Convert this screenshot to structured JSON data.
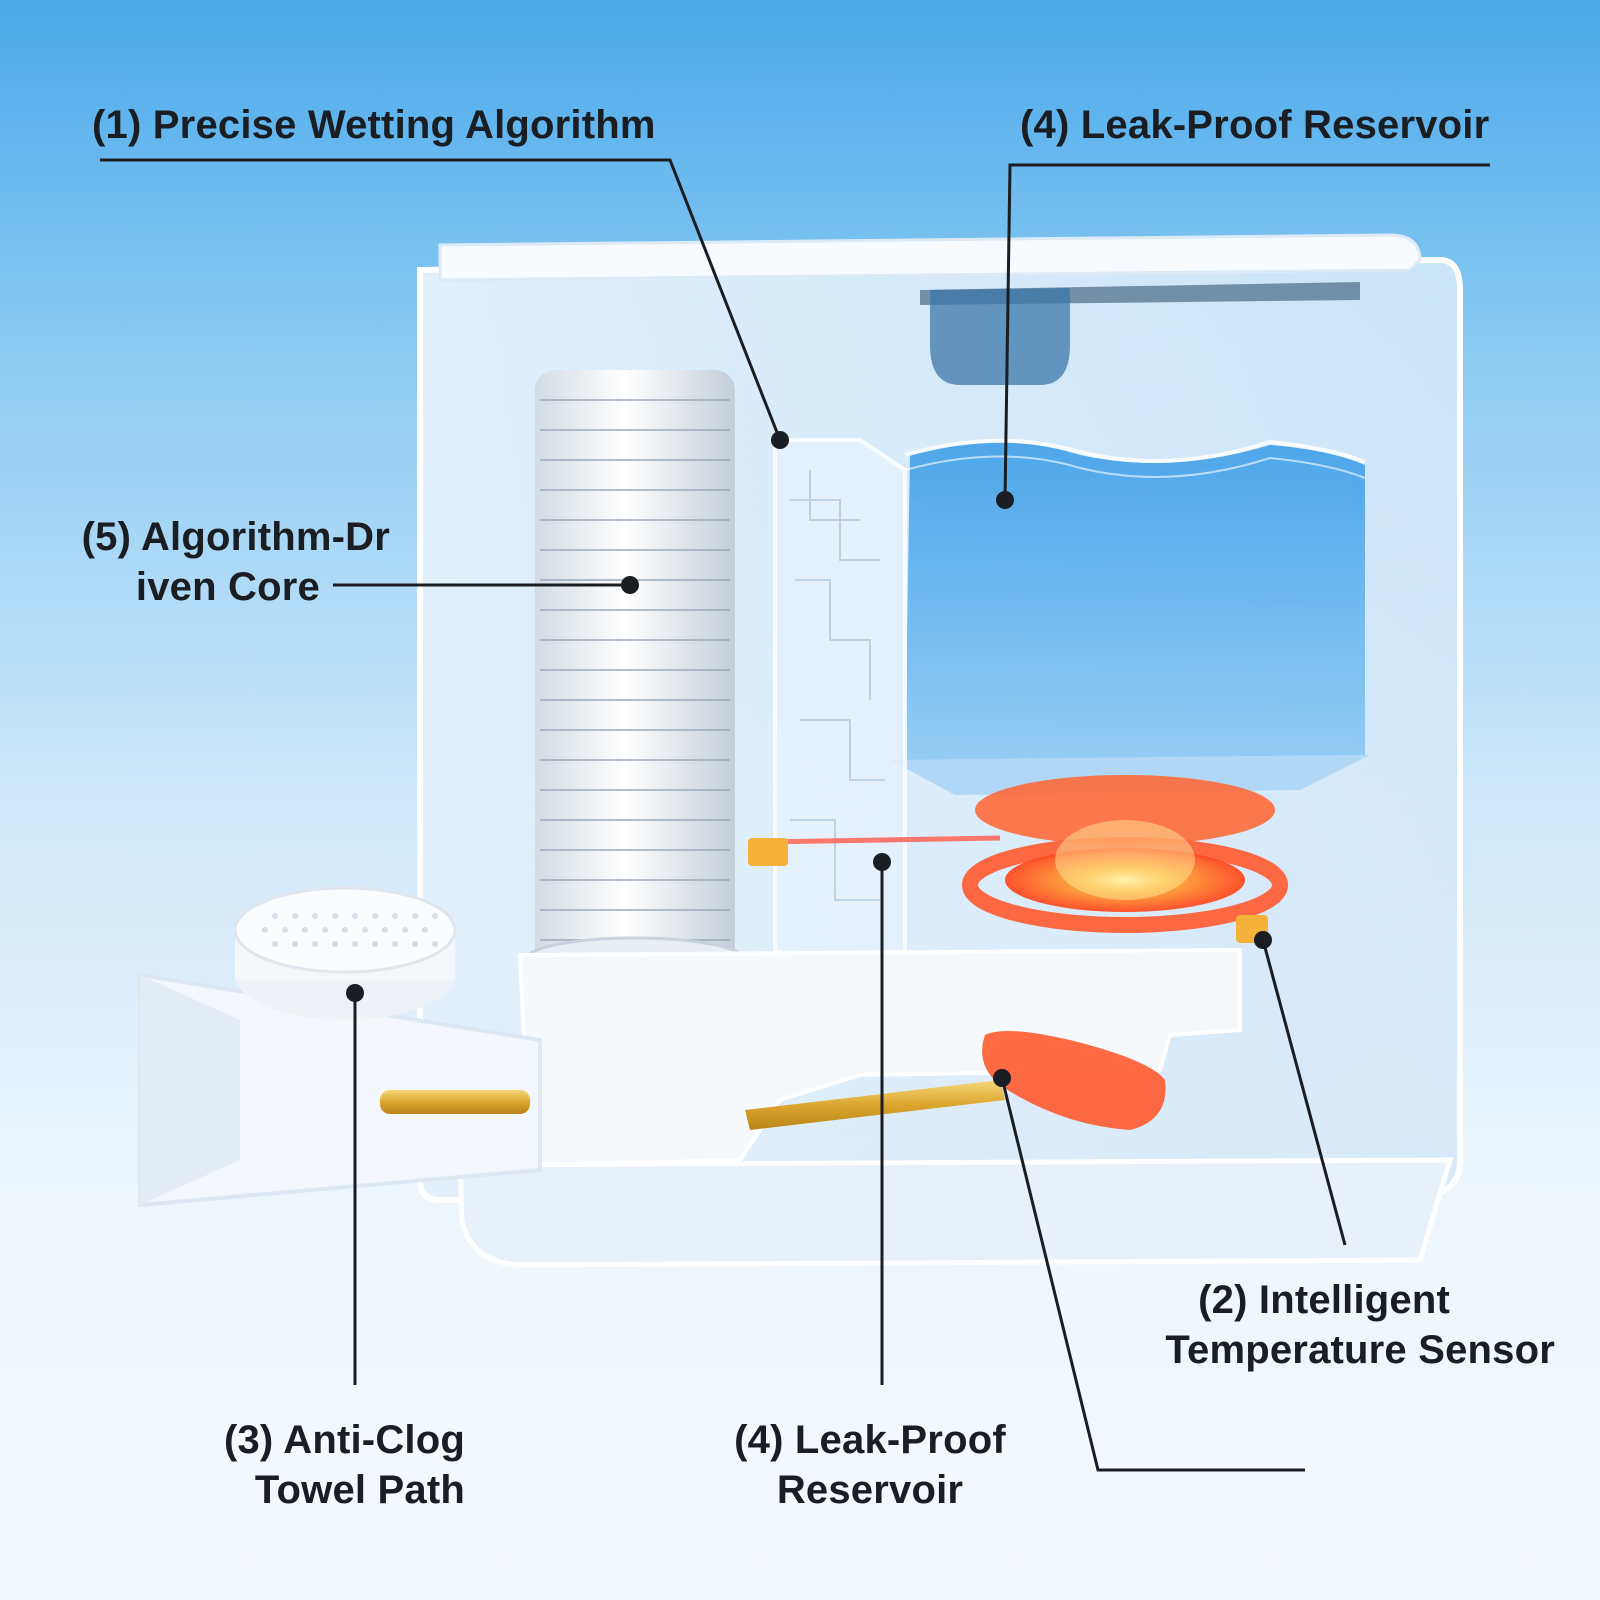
{
  "callouts": {
    "top_left": {
      "line1": "(1) Precise Wetting Algorithm"
    },
    "top_right": {
      "line1": "(4) Leak-Proof Reservoir"
    },
    "mid_left": {
      "line1": "(5) Algorithm-Dr",
      "line2": "iven Core"
    },
    "bottom_right": {
      "line1": "(2) Intelligent",
      "line2": "Temperature Sensor"
    },
    "bottom_left": {
      "line1": "(3) Anti-Clog",
      "line2": "Towel Path"
    },
    "bottom_center": {
      "line1": "(4) Leak-Proof",
      "line2": "Reservoir"
    }
  },
  "colors": {
    "background_top": "#4aa9ea",
    "background_bottom": "#f4f9fd",
    "housing": "#e8f3fc",
    "water": "#5db4f0",
    "heater": "#ff5a2c",
    "tube": "#e4b13c",
    "leader_line": "#1a1d22"
  },
  "icons": [
    "reservoir-icon",
    "core-cylinder-icon",
    "circuit-board-icon",
    "heater-coil-icon",
    "towel-pad-icon",
    "pump-icon",
    "sensor-icon"
  ]
}
